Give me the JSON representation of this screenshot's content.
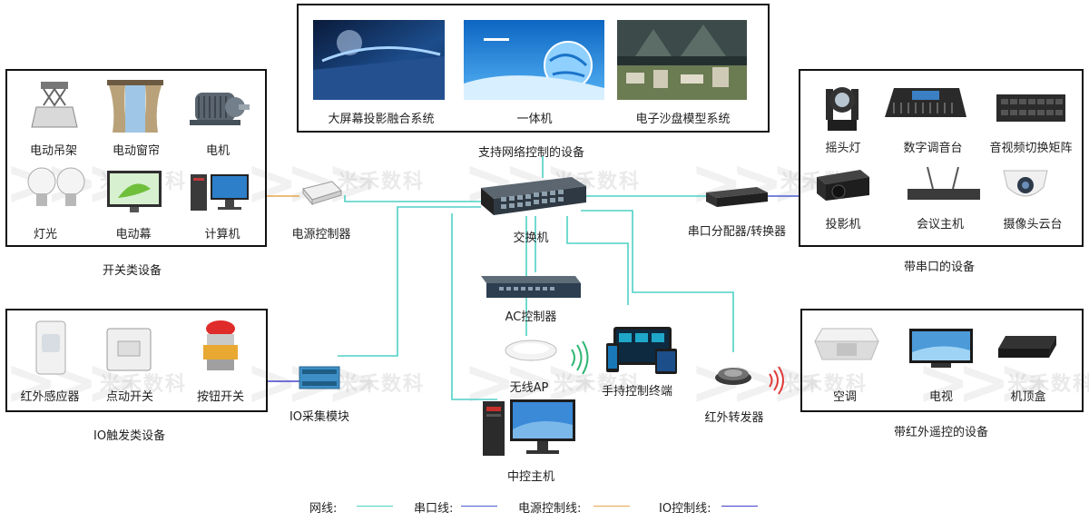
{
  "colors": {
    "network": "#4fd1c5",
    "serial": "#4a5fd1",
    "power": "#e6a64b",
    "io": "#4444cc"
  },
  "watermark": "米禾数科",
  "network_devices": {
    "caption": "支持网络控制的设备",
    "items": [
      {
        "label": "大屏幕投影融合系统"
      },
      {
        "label": "一体机"
      },
      {
        "label": "电子沙盘模型系统"
      }
    ]
  },
  "switch_devices": {
    "caption": "开关类设备",
    "items": [
      {
        "label": "电动吊架"
      },
      {
        "label": "电动窗帘"
      },
      {
        "label": "电机"
      },
      {
        "label": "灯光"
      },
      {
        "label": "电动幕"
      },
      {
        "label": "计算机"
      }
    ]
  },
  "serial_devices": {
    "caption": "带串口的设备",
    "items": [
      {
        "label": "摇头灯"
      },
      {
        "label": "数字调音台"
      },
      {
        "label": "音视频切换矩阵"
      },
      {
        "label": "投影机"
      },
      {
        "label": "会议主机"
      },
      {
        "label": "摄像头云台"
      }
    ]
  },
  "io_devices": {
    "caption": "IO触发类设备",
    "items": [
      {
        "label": "红外感应器"
      },
      {
        "label": "点动开关"
      },
      {
        "label": "按钮开关"
      }
    ]
  },
  "ir_devices": {
    "caption": "带红外遥控的设备",
    "items": [
      {
        "label": "空调"
      },
      {
        "label": "电视"
      },
      {
        "label": "机顶盒"
      }
    ]
  },
  "center": {
    "switch": "交换机",
    "ac_controller": "AC控制器",
    "wireless_ap": "无线AP",
    "handheld": "手持控制终端",
    "ir_transmitter": "红外转发器",
    "central_host": "中控主机",
    "power_controller": "电源控制器",
    "serial_splitter": "串口分配器/转换器",
    "io_module": "IO采集模块"
  },
  "legend": [
    {
      "label": "网线:"
    },
    {
      "label": "串口线:"
    },
    {
      "label": "电源控制线:"
    },
    {
      "label": "IO控制线:"
    }
  ]
}
